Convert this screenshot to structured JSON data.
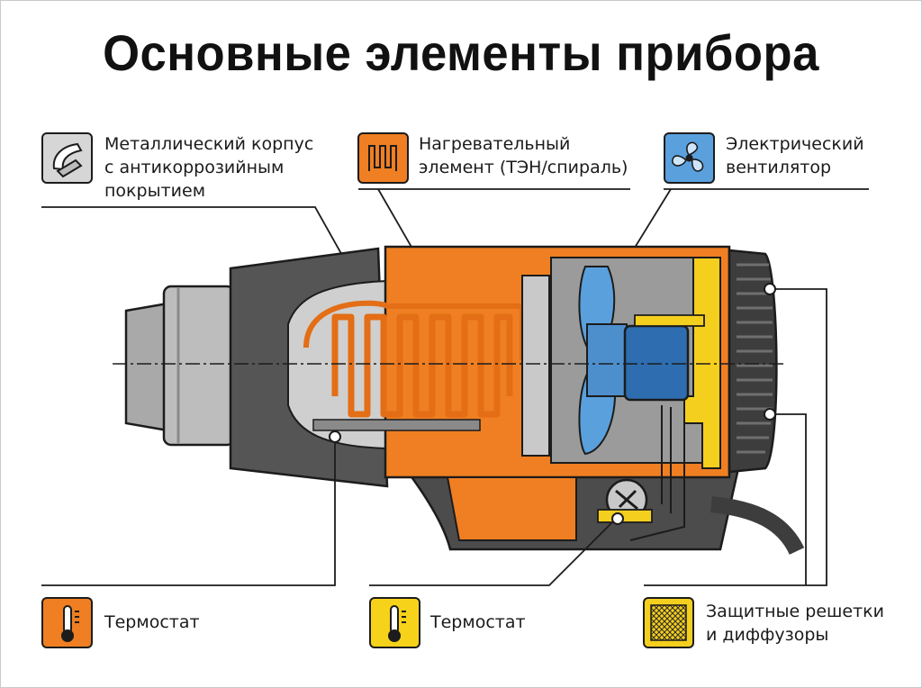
{
  "title": "Основные элементы прибора",
  "labels": {
    "housing": [
      "Металлический корпус",
      "с антикоррозийным",
      "покрытием"
    ],
    "heater": [
      "Нагревательный",
      "элемент (ТЭН/спираль)"
    ],
    "fan": [
      "Электрический",
      "вентилятор"
    ],
    "thermostat_left": [
      "Термостат"
    ],
    "thermostat_mid": [
      "Термостат"
    ],
    "grilles": [
      "Защитные решетки",
      "и диффузоры"
    ]
  },
  "icons": {
    "housing": "housing-icon",
    "heater": "heating-coil-icon",
    "fan": "fan-icon",
    "thermostat_left": "thermometer-icon",
    "thermostat_mid": "thermometer-icon",
    "grilles": "grille-mesh-icon"
  },
  "colors": {
    "housing": "#d4d4d4",
    "heater": "#ef7f22",
    "fan": "#5aa0dd",
    "thermostat_left": "#ef7f22",
    "thermostat_mid": "#f7d21a",
    "grilles": "#f5cf1e",
    "body_dark": "#555555",
    "outline": "#1c1c1c"
  }
}
